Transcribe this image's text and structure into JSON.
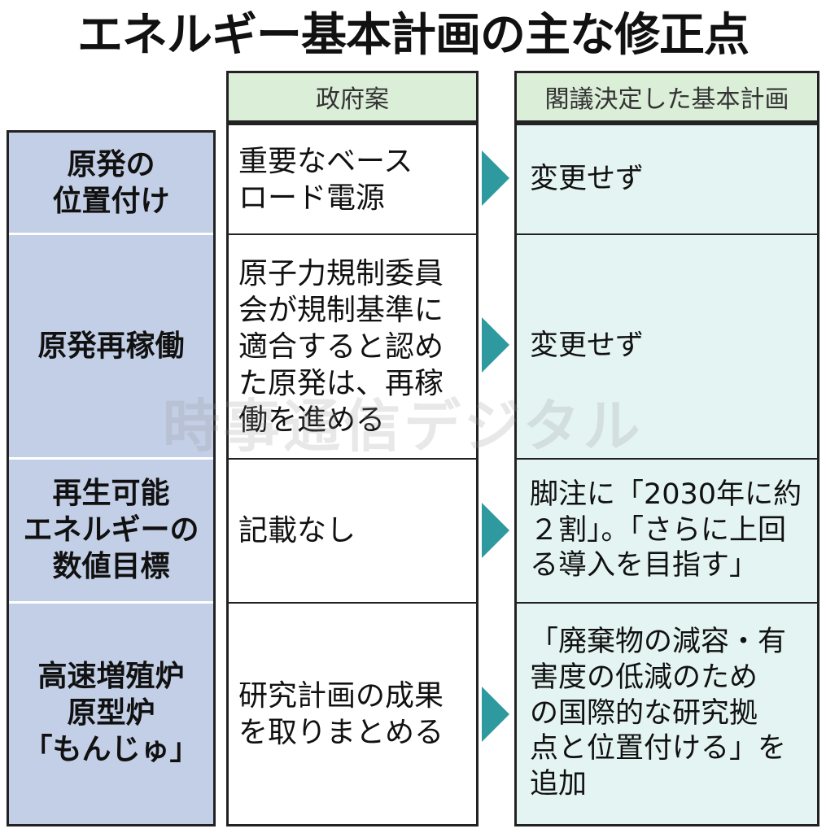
{
  "title": "エネルギー基本計画の主な修正点",
  "columns": {
    "government": "政府案",
    "decided": "閣議決定した基本計画"
  },
  "rows": [
    {
      "item": "原発の\n位置付け",
      "government": "重要なベース\nロード電源",
      "decided": "変更せず"
    },
    {
      "item": "原発再稼働",
      "government": "原子力規制委員\n会が規制基準に\n適合すると認め\nた原発は、再稼\n働を進める",
      "decided": "変更せず"
    },
    {
      "item": "再生可能\nエネルギーの\n数値目標",
      "government": "記載なし",
      "decided": "脚注に「2030年に約\n２割」。「さらに上回\nる導入を目指す」"
    },
    {
      "item": "高速増殖炉\n原型炉\n「もんじゅ」",
      "government": "研究計画の成果\nを取りまとめる",
      "decided": "「廃棄物の減容・有\n害度の低減のため\nの国際的な研究拠\n点と位置付ける」を\n追加"
    }
  ],
  "watermark": "時事通信デジタル",
  "colors": {
    "row_header_bg": "#c3cfe6",
    "column_header_bg": "#dbeed8",
    "decided_bg": "#e4f4f2",
    "arrow": "#2e9aa0",
    "border": "#222222"
  },
  "icons": [
    "right-arrow-icon"
  ]
}
